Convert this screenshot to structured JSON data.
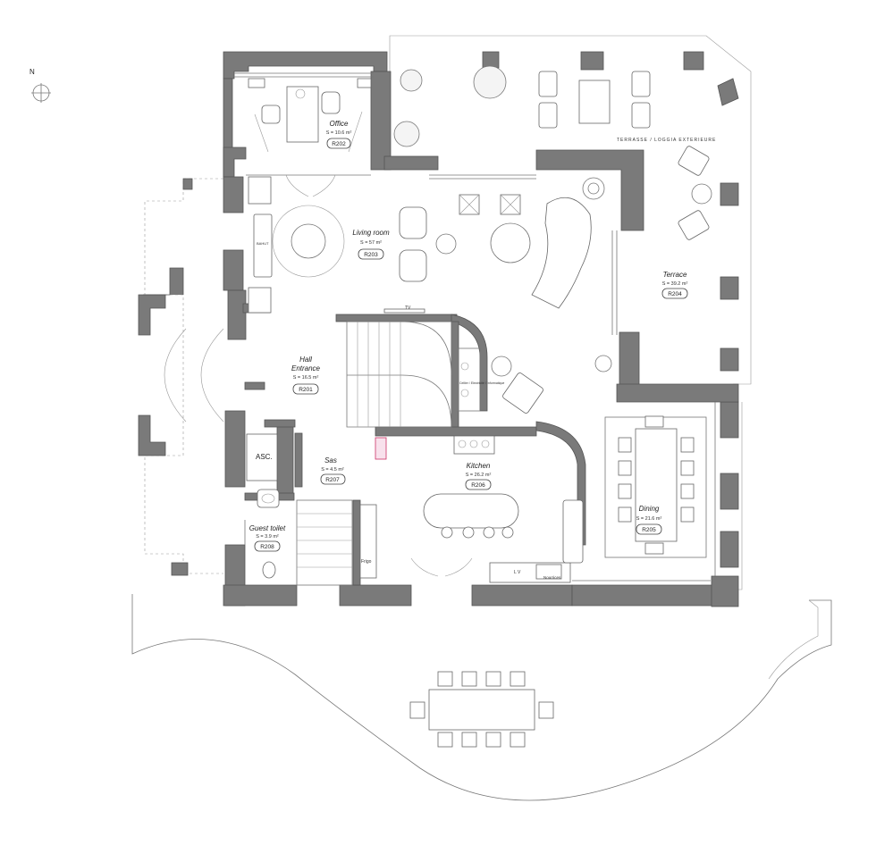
{
  "compass": {
    "label": "N"
  },
  "rooms": [
    {
      "id": "office",
      "name": "Office",
      "area": "S = 10.6 m²",
      "code": "R202"
    },
    {
      "id": "living",
      "name": "Living room",
      "area": "S = 57 m²",
      "code": "R203"
    },
    {
      "id": "hall",
      "name_line1": "Hall",
      "name_line2": "Entrance",
      "area": "S = 16.5 m²",
      "code": "R201"
    },
    {
      "id": "terrace",
      "name": "Terrace",
      "area": "S = 39.2 m²",
      "code": "R204"
    },
    {
      "id": "sas",
      "name": "Sas",
      "area": "S = 4.5 m²",
      "code": "R207"
    },
    {
      "id": "kitchen",
      "name": "Kitchen",
      "area": "S = 26.2 m²",
      "code": "R206"
    },
    {
      "id": "dining",
      "name": "Dining",
      "area": "S = 21.6 m²",
      "code": "R205"
    },
    {
      "id": "toilet",
      "name": "Guest toilet",
      "area": "S = 3.9 m²",
      "code": "R208"
    }
  ],
  "labels": {
    "terrasse": "TERRASSE / LOGGIA EXTERIEURE",
    "tv": "TV",
    "asc": "ASC.",
    "lv": "L V",
    "frigo": "Frigo",
    "nourrices": "Nourrices",
    "bahut": "BAHUT",
    "cellier": "Cellier / Electricité / Informatique"
  }
}
